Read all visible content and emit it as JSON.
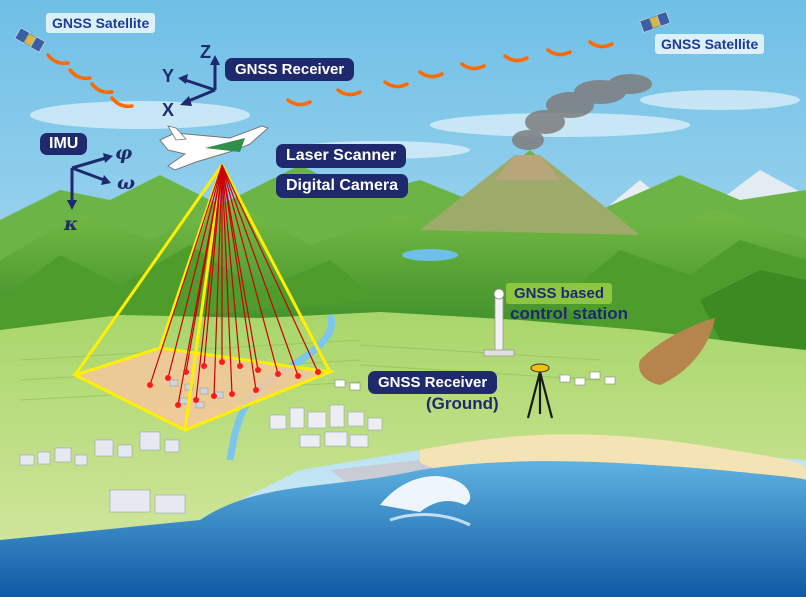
{
  "labels": {
    "gnss_satellite_left": "GNSS Satellite",
    "gnss_satellite_right": "GNSS Satellite",
    "gnss_receiver_air": "GNSS Receiver",
    "axis_x": "X",
    "axis_y": "Y",
    "axis_z": "Z",
    "imu": "IMU",
    "imu_phi": "φ",
    "imu_omega": "ω",
    "imu_kappa": "κ",
    "laser_scanner": "Laser Scanner",
    "digital_camera": "Digital Camera",
    "gnss_based": "GNSS based",
    "control_station": "control station",
    "gnss_receiver_ground": "GNSS Receiver",
    "ground": "(Ground)"
  },
  "colors": {
    "sky": "#6fbfe6",
    "label_bg": "#1f2a6e",
    "station_bg": "#8dc63f",
    "scan_cone": "#ffef00",
    "laser": "#cc0000",
    "signal": "#ff6a00",
    "sea": "#1a6fb8",
    "mountain": "#5fa835"
  },
  "icons": [
    "satellite-icon",
    "airplane-icon",
    "tripod-receiver-icon",
    "volcano-icon",
    "tower-icon"
  ]
}
